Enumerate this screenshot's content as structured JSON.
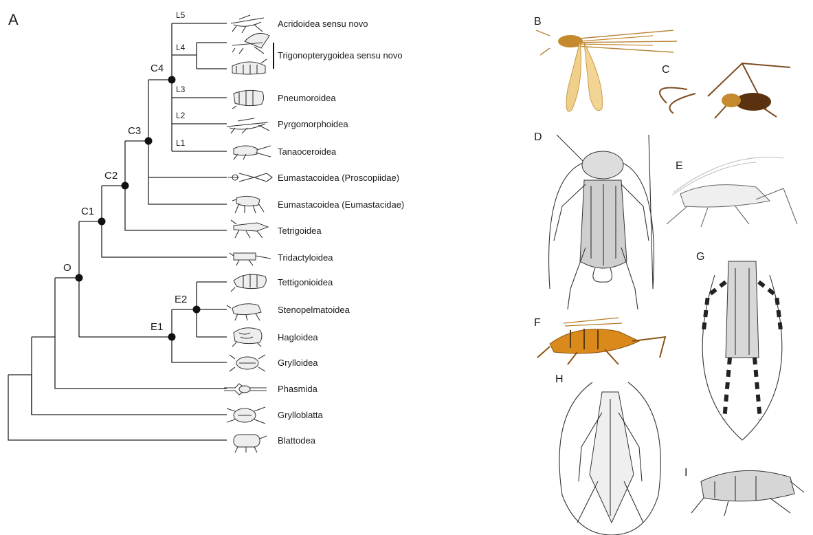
{
  "panels": {
    "a": "A",
    "b": "B",
    "c": "C",
    "d": "D",
    "e": "E",
    "f": "F",
    "g": "G",
    "h": "H",
    "i": "I"
  },
  "taxa": [
    "Acridoidea sensu novo",
    "Trigonopterygoidea sensu novo",
    "Pneumoroidea",
    "Pyrgomorphoidea",
    "Tanaoceroidea",
    "Eumastacoidea (Proscopiidae)",
    "Eumastacoidea (Eumastacidae)",
    "Tetrigoidea",
    "Tridactyloidea",
    "Tettigonioidea",
    "Stenopelmatoidea",
    "Hagloidea",
    "Grylloidea",
    "Phasmida",
    "Grylloblatta",
    "Blattodea"
  ],
  "nodes": {
    "o": "O",
    "c1": "C1",
    "c2": "C2",
    "c3": "C3",
    "c4": "C4",
    "e1": "E1",
    "e2": "E2"
  },
  "lineages": {
    "l1": "L1",
    "l2": "L2",
    "l3": "L3",
    "l4": "L4",
    "l5": "L5"
  },
  "colors": {
    "ink": "#222222",
    "specimen_tan": "#d9a54a",
    "specimen_brown": "#7a4a1c",
    "specimen_orange": "#d98a1a"
  },
  "icons": {
    "insect_drawings": "insect-icon"
  }
}
